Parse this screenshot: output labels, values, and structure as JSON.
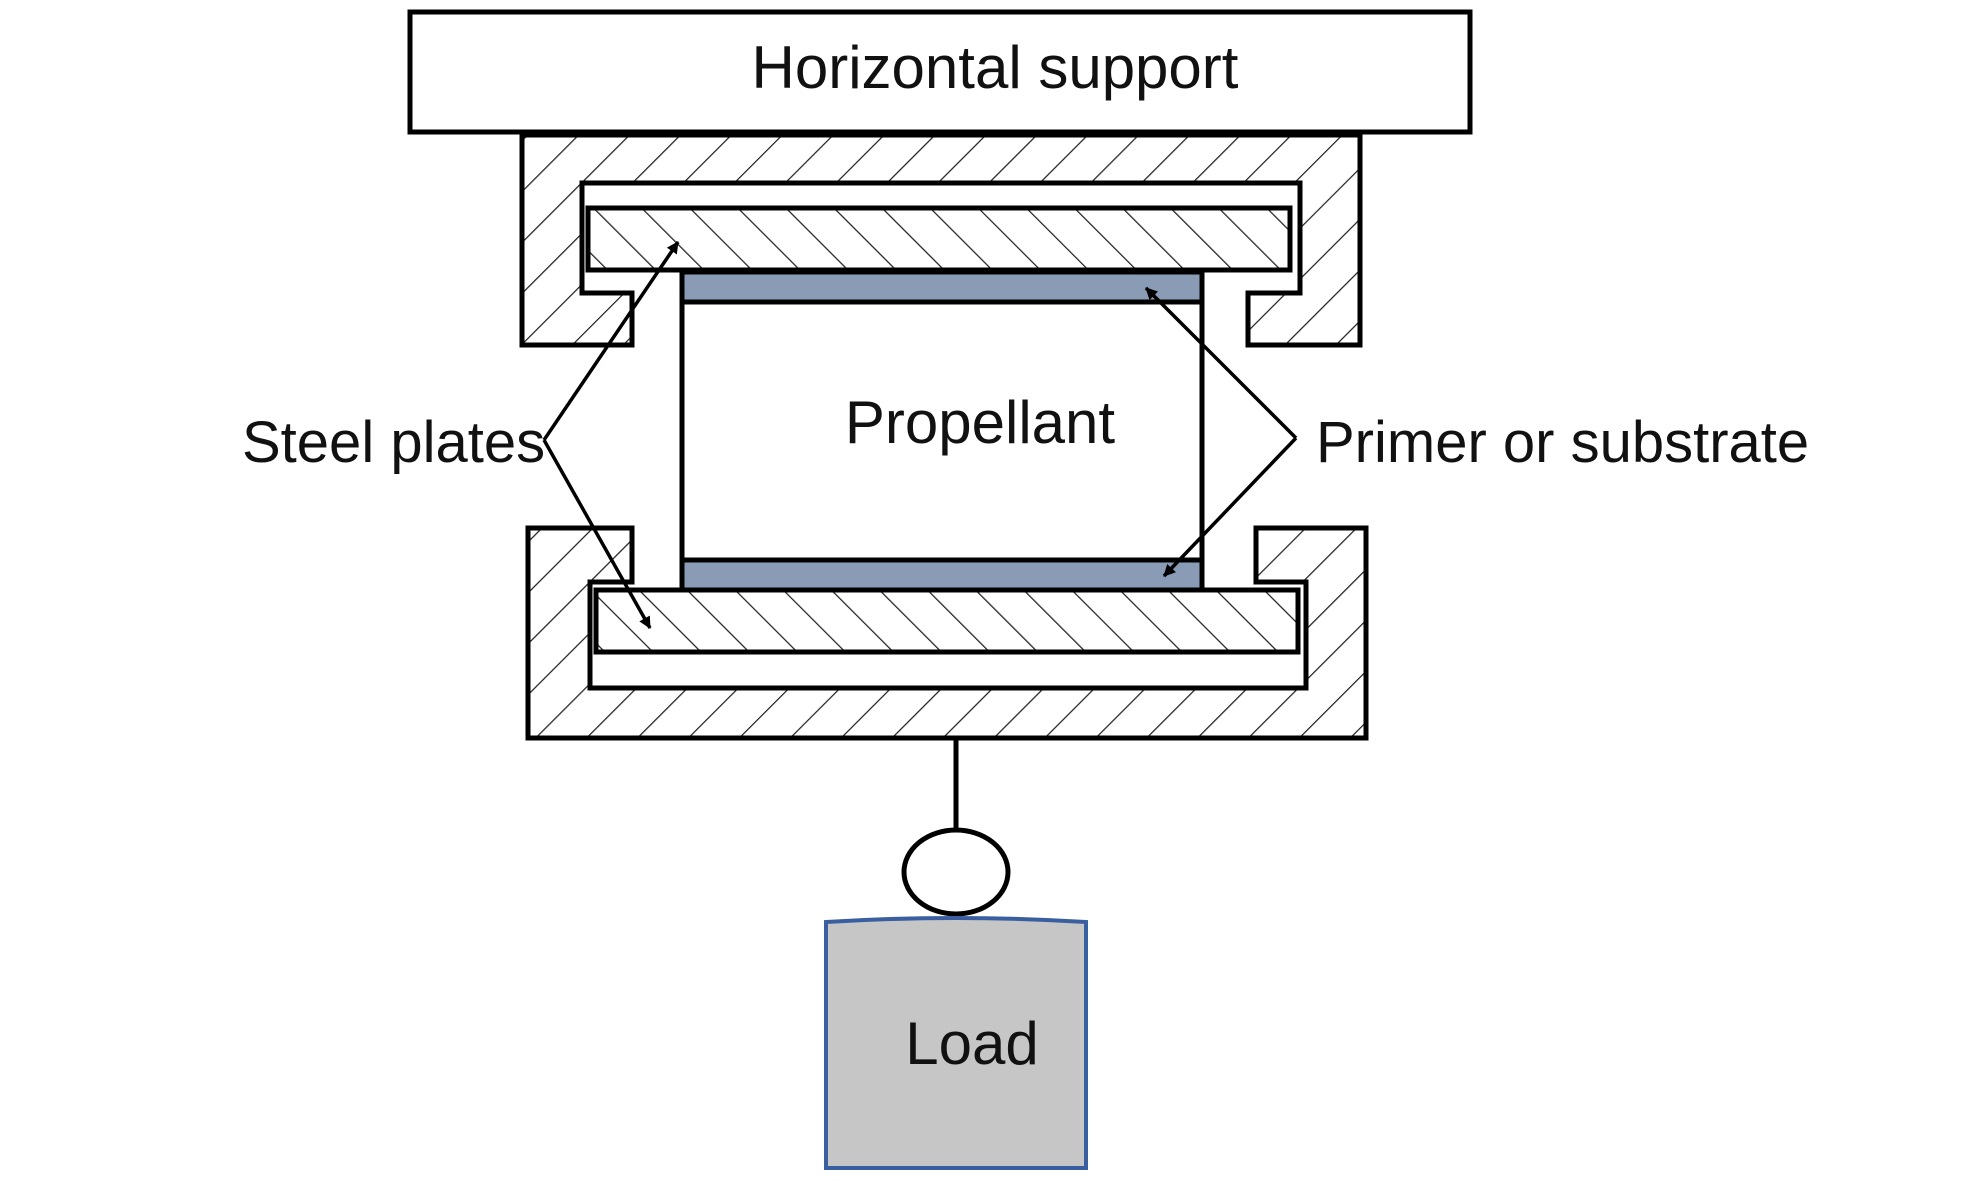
{
  "labels": {
    "horizontal_support": "Horizontal support",
    "propellant": "Propellant",
    "steel_plates": "Steel plates",
    "primer_or_substrate": "Primer or substrate",
    "load": "Load"
  },
  "colors": {
    "line": "#000000",
    "hatch": "#222222",
    "primer": "#8a9bb6",
    "load_fill": "#c6c6c6",
    "load_stroke": "#3a5fa0",
    "background": "#ffffff"
  }
}
